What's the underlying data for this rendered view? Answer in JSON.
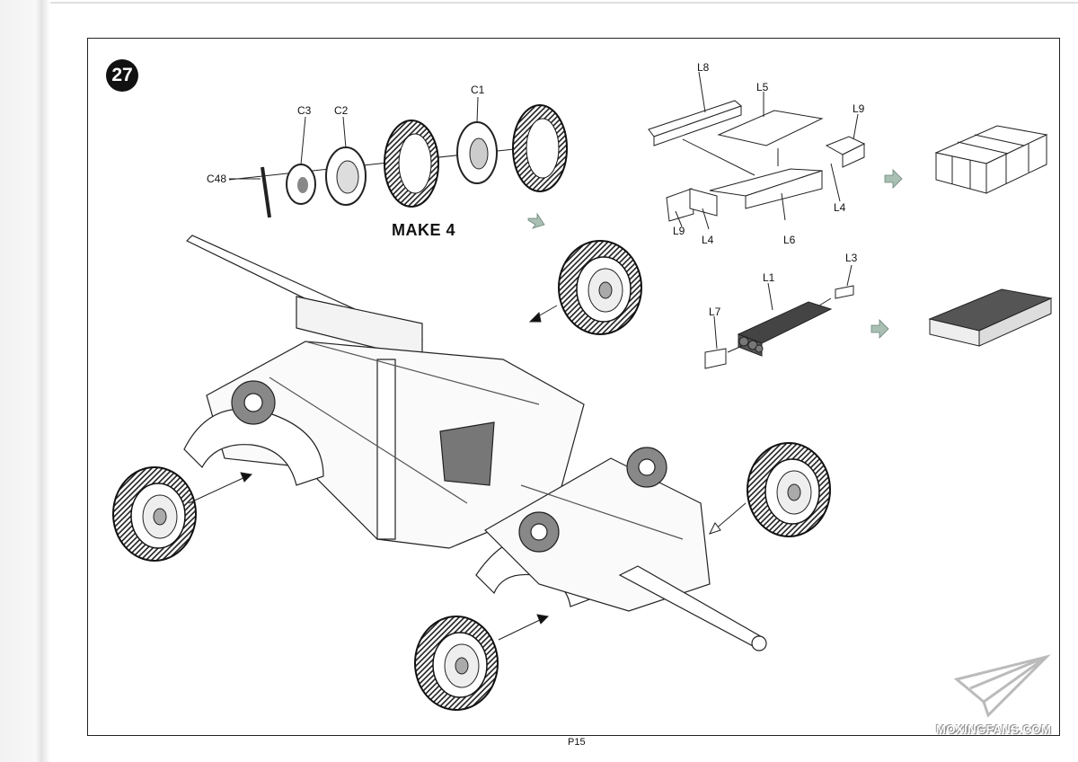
{
  "step": {
    "number": "27",
    "quantity_note": "MAKE 4"
  },
  "wheel_parts": {
    "c1": "C1",
    "c2": "C2",
    "c3": "C3",
    "c48": "C48"
  },
  "crate_parts": {
    "l8": "L8",
    "l5": "L5",
    "l9_top": "L9",
    "l4_right": "L4",
    "l9_left": "L9",
    "l4_left": "L4",
    "l6": "L6"
  },
  "rack_parts": {
    "l1": "L1",
    "l3": "L3",
    "l7": "L7"
  },
  "page": {
    "number": "P15"
  },
  "watermark": {
    "text": "MOXINGFANS.COM"
  },
  "colors": {
    "arrow": "#a9bfb4",
    "line": "#222222"
  }
}
